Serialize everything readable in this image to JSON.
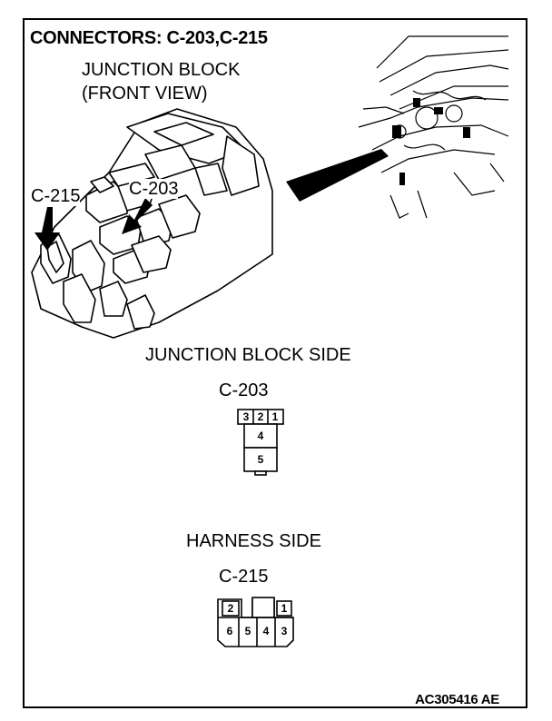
{
  "title": "CONNECTORS: C-203,C-215",
  "junction_block": {
    "line1": "JUNCTION BLOCK",
    "line2": "(FRONT VIEW)",
    "callout_left": "C-215",
    "callout_right": "C-203"
  },
  "junction_block_side": {
    "heading": "JUNCTION BLOCK SIDE",
    "connector": "C-203",
    "pins": [
      "3",
      "2",
      "1",
      "4",
      "5"
    ]
  },
  "harness_side": {
    "heading": "HARNESS SIDE",
    "connector": "C-215",
    "pins_top": [
      "2",
      "1"
    ],
    "pins_bottom": [
      "6",
      "5",
      "4",
      "3"
    ]
  },
  "code": "AC305416 AE"
}
